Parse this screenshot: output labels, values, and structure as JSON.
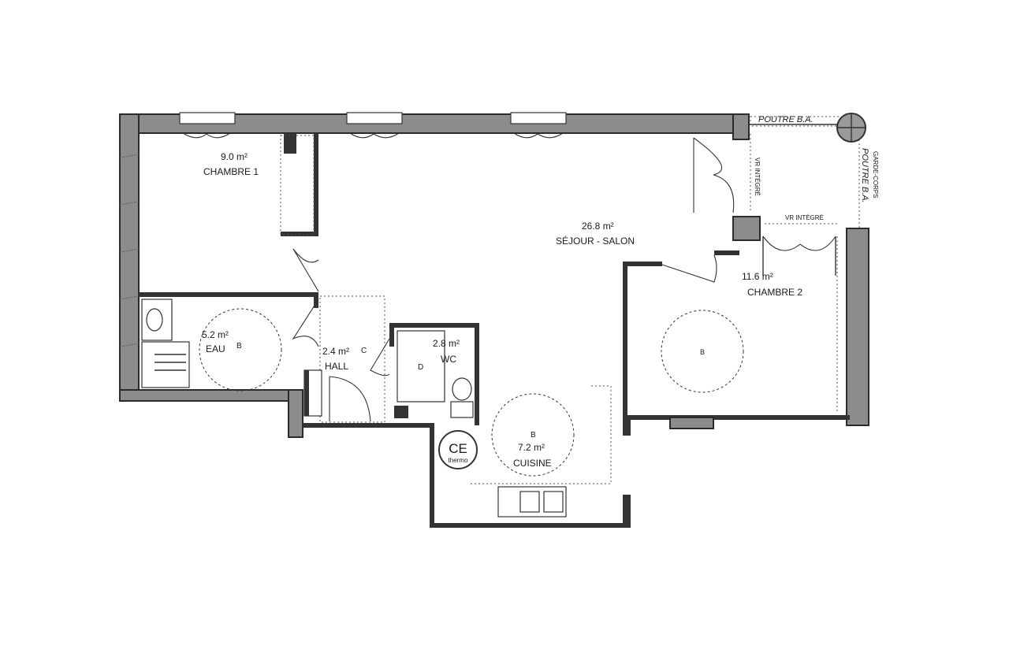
{
  "rooms": {
    "chambre1": {
      "area": "9.0 m²",
      "name": "CHAMBRE 1"
    },
    "sejour": {
      "area": "26.8 m²",
      "name": "SÉJOUR - SALON"
    },
    "chambre2": {
      "area": "11.6 m²",
      "name": "CHAMBRE 2",
      "marker": "B"
    },
    "eau": {
      "area": "5.2 m²",
      "name": "EAU",
      "marker": "B"
    },
    "hall": {
      "area": "2.4 m²",
      "name": "HALL",
      "marker": "C"
    },
    "wc": {
      "area": "2.8 m²",
      "name": "WC",
      "marker": "D"
    },
    "cuisine": {
      "area": "7.2 m²",
      "name": "CUISINE",
      "marker": "B"
    }
  },
  "annotations": {
    "poutre_top": "POUTRE B.A.",
    "poutre_side": "POUTRE B.A.",
    "garde_corps": "GARDE-CORPS",
    "vr_integre_vertical": "VR INTÉGRÉ",
    "vr_integre_horizontal": "VR INTÉGRÉ",
    "ce_label": "CE",
    "ce_sub": "thermo"
  }
}
